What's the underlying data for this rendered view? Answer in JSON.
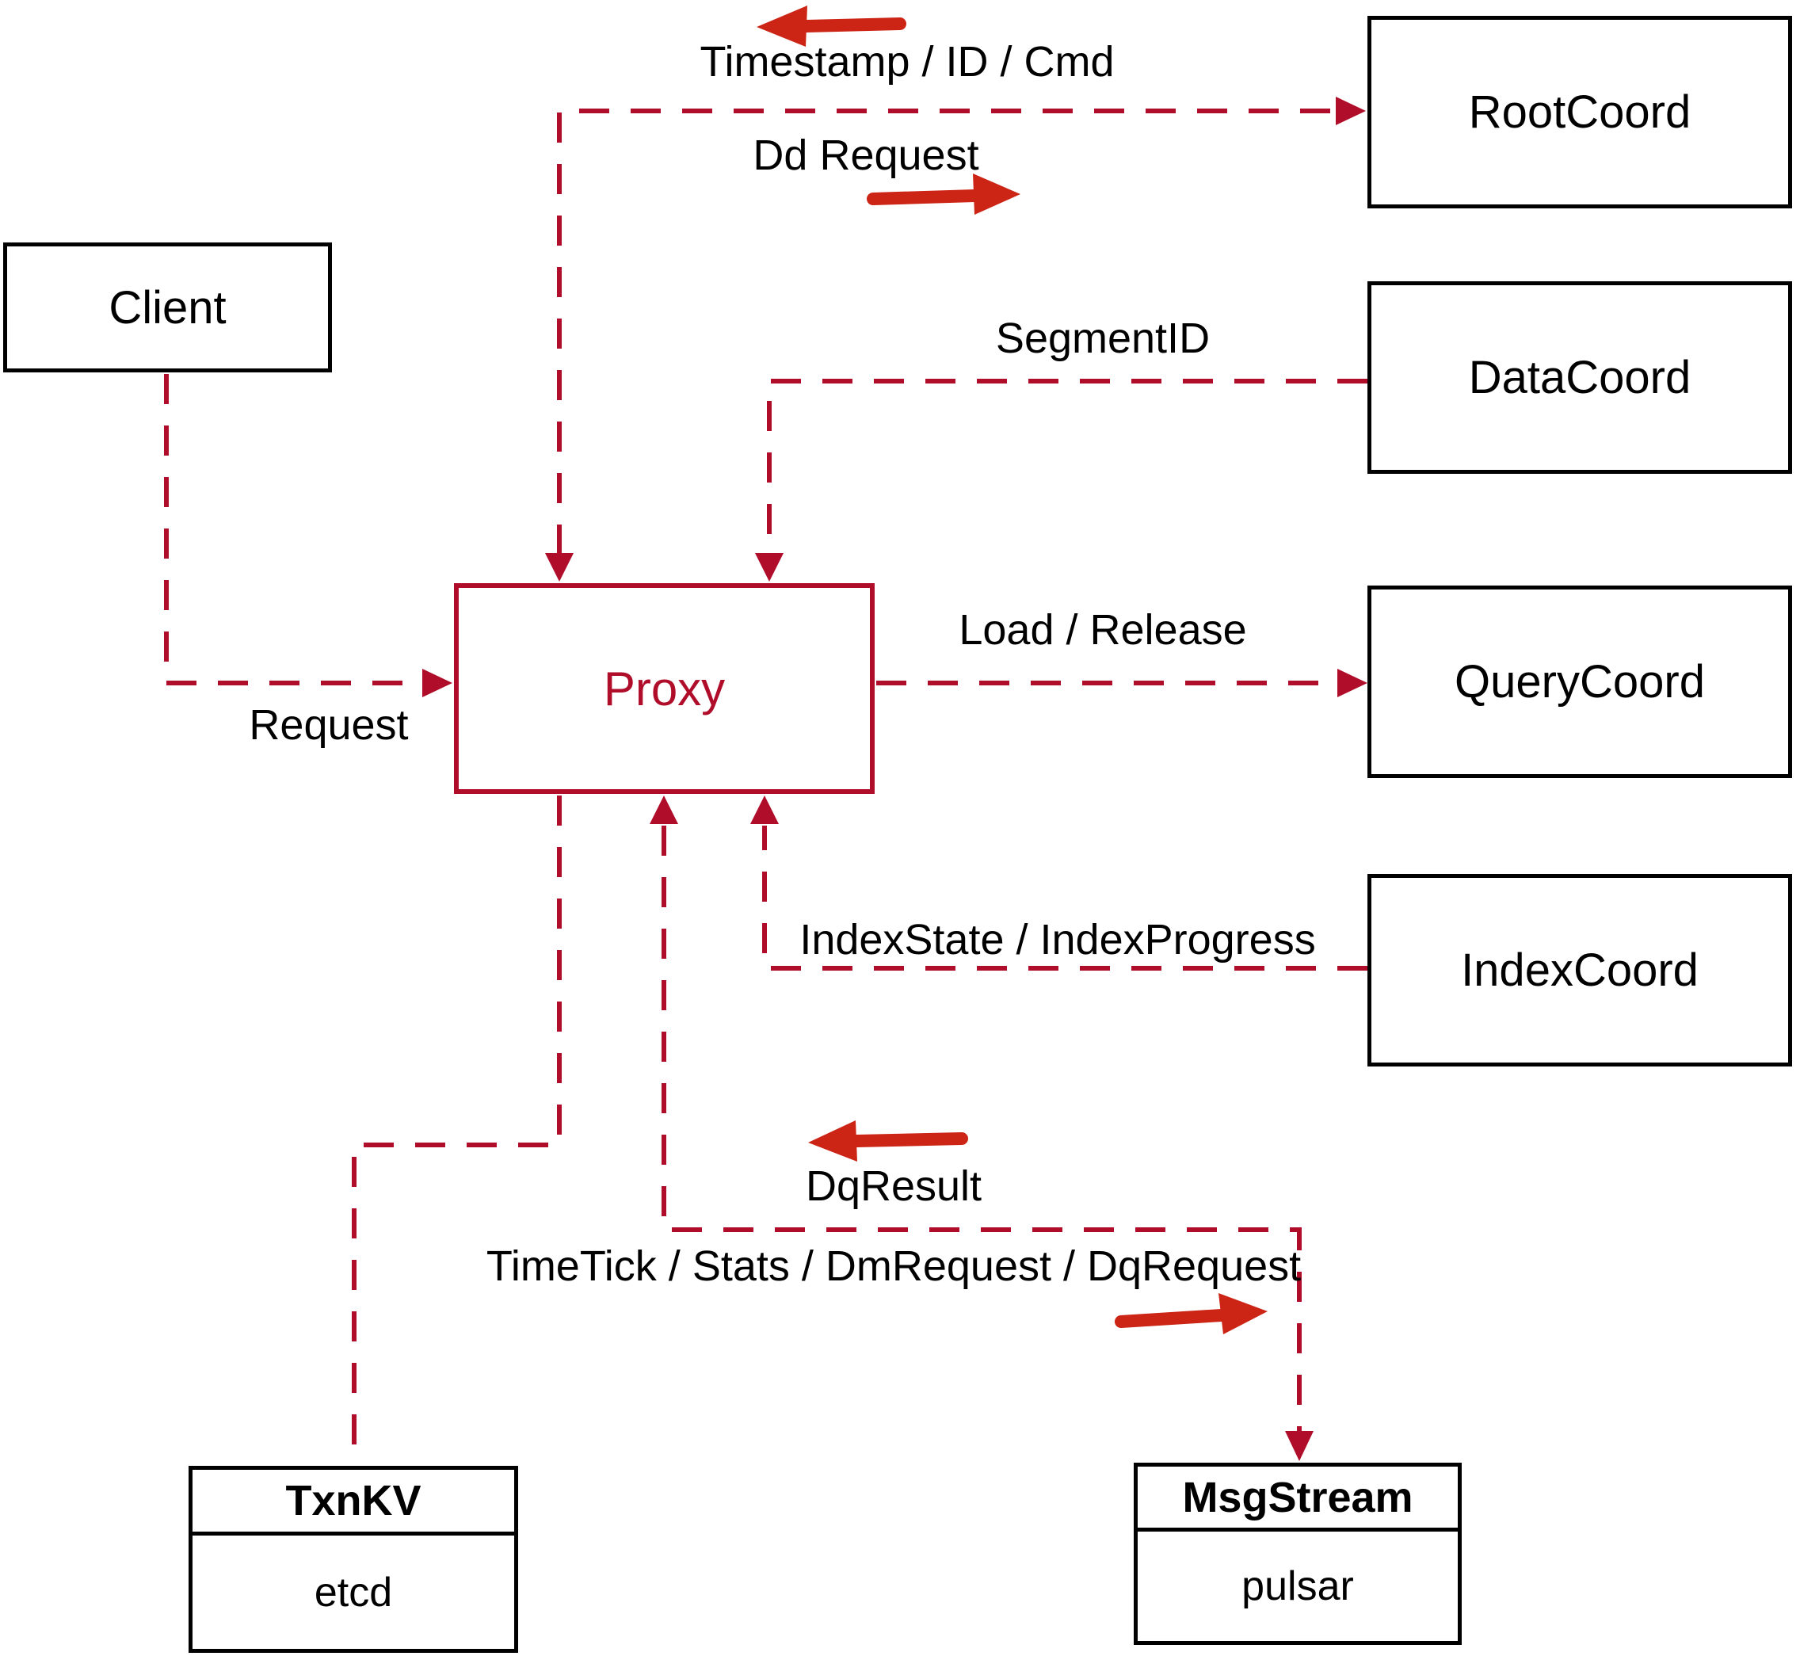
{
  "colors": {
    "connector": "#B00D2B",
    "arrow": "#CC2415",
    "ink": "#000000",
    "bg": "#FFFFFF"
  },
  "nodes": {
    "client": {
      "label": "Client"
    },
    "proxy": {
      "label": "Proxy"
    },
    "rootcoord": {
      "label": "RootCoord"
    },
    "datacoord": {
      "label": "DataCoord"
    },
    "querycoord": {
      "label": "QueryCoord"
    },
    "indexcoord": {
      "label": "IndexCoord"
    },
    "txnkv": {
      "title": "TxnKV",
      "subtitle": "etcd"
    },
    "msgstream": {
      "title": "MsgStream",
      "subtitle": "pulsar"
    }
  },
  "edge_labels": {
    "timestamp_id_cmd": "Timestamp / ID / Cmd",
    "dd_request": "Dd Request",
    "segment_id": "SegmentID",
    "request": "Request",
    "load_release": "Load / Release",
    "index_state_progress": "IndexState / IndexProgress",
    "dq_result": "DqResult",
    "timetick_stats": "TimeTick / Stats / DmRequest / DqRequest"
  }
}
